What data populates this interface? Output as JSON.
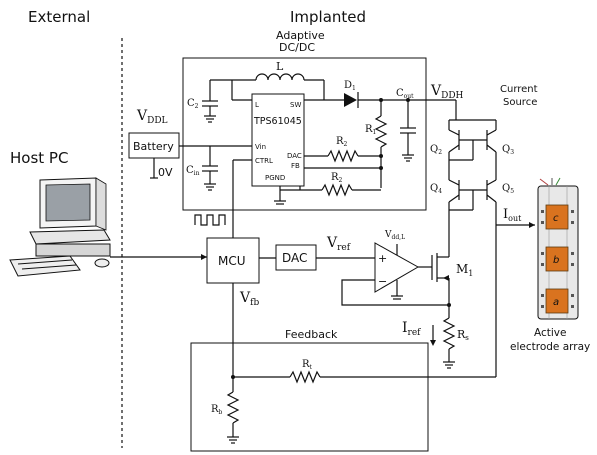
{
  "regions": {
    "external": "External",
    "implanted": "Implanted"
  },
  "host_pc": "Host PC",
  "battery": {
    "label": "Battery",
    "vddl_main": "V",
    "vddl_sub": "DDL",
    "zero_v": "0V"
  },
  "dcdc": {
    "title_line1": "Adaptive",
    "title_line2": "DC/DC",
    "inductor": "L",
    "diode_main": "D",
    "diode_sub": "1",
    "c2_main": "C",
    "c2_sub": "2",
    "cin_main": "C",
    "cin_sub": "in",
    "cout_main": "C",
    "cout_sub": "out",
    "r1_main": "R",
    "r1_sub": "1",
    "r2a_main": "R",
    "r2a_sub": "2",
    "r2b_main": "R",
    "r2b_sub": "2",
    "chip": {
      "name": "TPS61045",
      "pin_l": "L",
      "pin_sw": "SW",
      "pin_vin": "Vin",
      "pin_ctrl": "CTRL",
      "pin_dac": "DAC",
      "pin_fb": "FB",
      "pin_pgnd": "PGND"
    }
  },
  "vddh_main": "V",
  "vddh_sub": "DDH",
  "current_source": {
    "line1": "Current",
    "line2": "Source",
    "q2_main": "Q",
    "q2_sub": "2",
    "q3_main": "Q",
    "q3_sub": "3",
    "q4_main": "Q",
    "q4_sub": "4",
    "q5_main": "Q",
    "q5_sub": "5",
    "iout_main": "I",
    "iout_sub": "out"
  },
  "mcu": "MCU",
  "dac": "DAC",
  "vref_main": "V",
  "vref_sub": "ref",
  "vddl_amp_main": "V",
  "vddl_amp_sub": "dd,L",
  "opamp_plus": "+",
  "opamp_minus": "−",
  "m1_main": "M",
  "m1_sub": "1",
  "iref_main": "I",
  "iref_sub": "ref",
  "rs_main": "R",
  "rs_sub": "s",
  "vfb_main": "V",
  "vfb_sub": "fb",
  "feedback": {
    "title": "Feedback",
    "rt_main": "R",
    "rt_sub": "t",
    "rb_main": "R",
    "rb_sub": "b"
  },
  "electrode_array": {
    "line1": "Active",
    "line2": "electrode array",
    "pads": [
      "c",
      "b",
      "a"
    ],
    "pad_color": "#d9731f",
    "body_color": "#e8e8e8"
  }
}
